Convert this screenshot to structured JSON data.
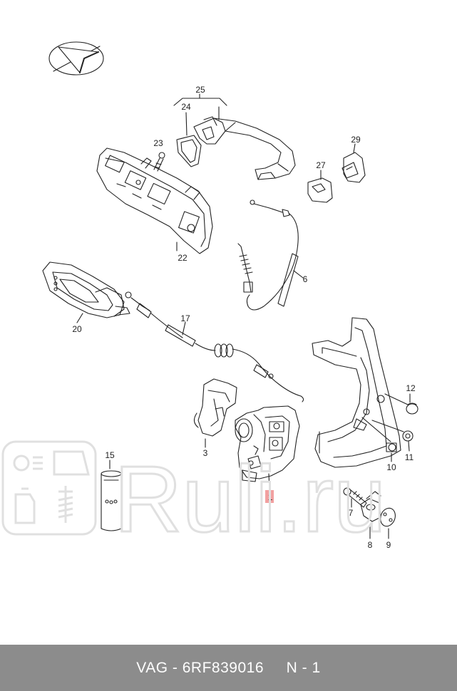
{
  "callouts": {
    "c25": "25",
    "c24": "24",
    "c23": "23",
    "c29": "29",
    "c27": "27",
    "c22": "22",
    "c6": "6",
    "c20": "20",
    "c17": "17",
    "c12": "12",
    "c3": "3",
    "c15": "15",
    "c1": "1",
    "c10": "10",
    "c11": "11",
    "c7": "7",
    "c8": "8",
    "c9": "9"
  },
  "watermark_text": "Ruli.ru",
  "footer": {
    "brand": "VAG",
    "separator": "-",
    "part_number": "6RF839016",
    "sheet": "N - 1",
    "text": "VAG - 6RF839016     N - 1"
  },
  "colors": {
    "line": "#222222",
    "footer_bg": "#8c8c8c",
    "footer_text": "#ffffff",
    "watermark": "#e6e6e6",
    "highlight": "#f2a0a0"
  }
}
